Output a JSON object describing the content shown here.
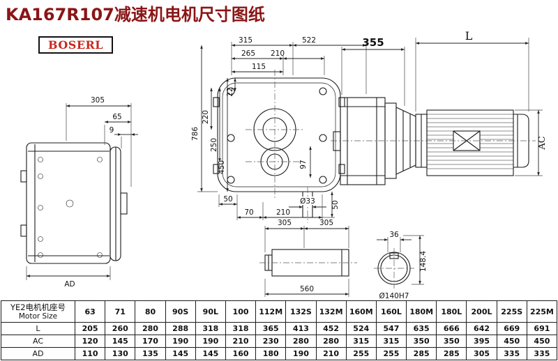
{
  "page": {
    "title": "KA167R107减速机电机尺寸图纸",
    "logo_text": "BOSERL"
  },
  "dims": {
    "d315": "315",
    "d522": "522",
    "d265": "265",
    "d210t": "210",
    "d115": "115",
    "d22": "22",
    "d220": "220",
    "d250": "250",
    "d450": "450",
    "d786": "786",
    "d97": "97",
    "d50a": "50",
    "d70": "70",
    "d210b": "210",
    "dphi33": "Ø33",
    "d50b": "50",
    "d355": "355",
    "dL": "L",
    "dAC": "AC",
    "d305side": "305",
    "d65": "65",
    "d9": "9",
    "dAD": "AD",
    "d305a": "305",
    "d305b": "305",
    "d560": "560",
    "d36": "36",
    "d148": "148.4",
    "dphi140": "Ø140H7"
  },
  "table": {
    "row_header_cn": "YE2电机机座号",
    "row_header_en": "Motor Size",
    "sizes": [
      "63",
      "71",
      "80",
      "90S",
      "90L",
      "100",
      "112M",
      "132S",
      "132M",
      "160M",
      "160L",
      "180M",
      "180L",
      "200L",
      "225S",
      "225M"
    ],
    "rows": [
      {
        "label": "L",
        "values": [
          "205",
          "260",
          "280",
          "288",
          "318",
          "318",
          "365",
          "413",
          "452",
          "524",
          "547",
          "635",
          "666",
          "642",
          "669",
          "691"
        ]
      },
      {
        "label": "AC",
        "values": [
          "120",
          "145",
          "170",
          "190",
          "190",
          "210",
          "230",
          "280",
          "280",
          "315",
          "315",
          "350",
          "350",
          "395",
          "450",
          "450"
        ]
      },
      {
        "label": "AD",
        "values": [
          "110",
          "130",
          "135",
          "145",
          "145",
          "160",
          "180",
          "190",
          "210",
          "255",
          "255",
          "285",
          "285",
          "305",
          "335",
          "335"
        ]
      }
    ]
  }
}
